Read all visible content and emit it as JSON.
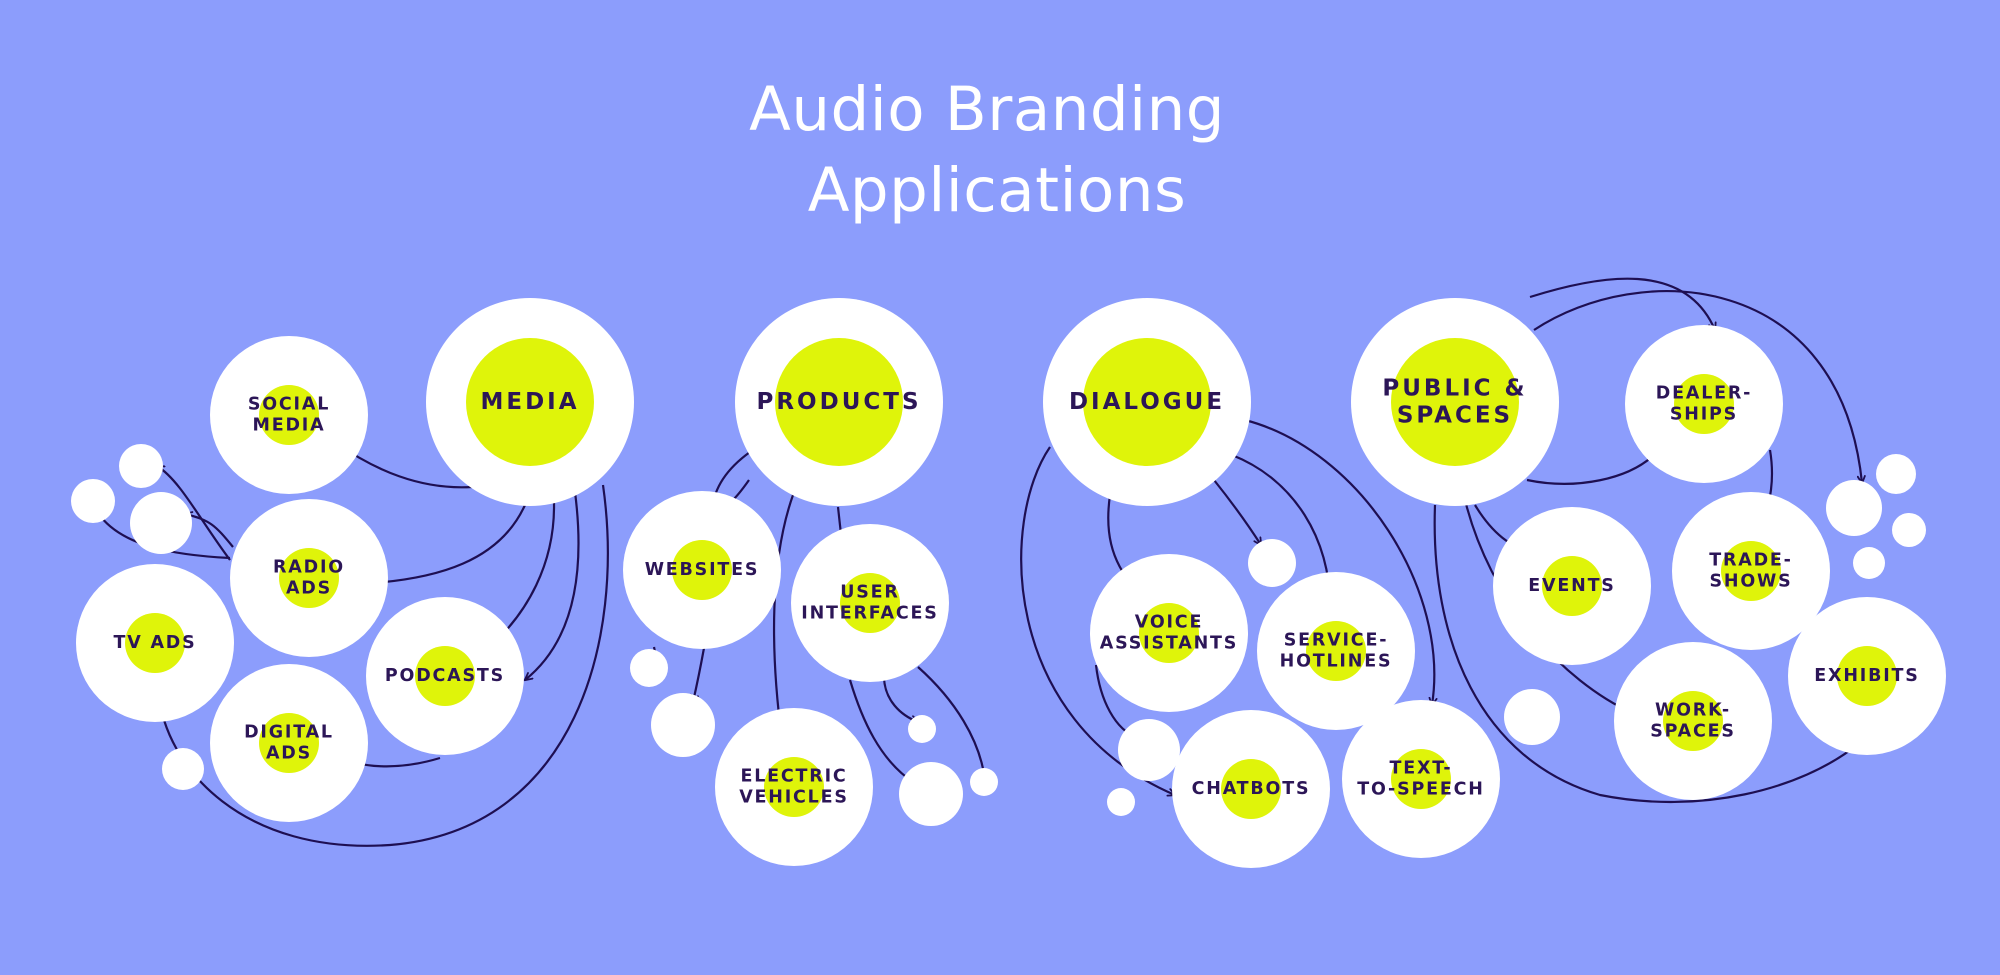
{
  "title_lines": [
    "Audio Branding",
    "Applications"
  ],
  "colors": {
    "background": "#8c9dfc",
    "circle": "#ffffff",
    "accent": "#dff40a",
    "label": "#2c1657",
    "arrow": "#1e0f52",
    "title": "#ffffff"
  },
  "hubs": [
    {
      "id": "media",
      "lines": [
        "MEDIA"
      ]
    },
    {
      "id": "products",
      "lines": [
        "PRODUCTS"
      ]
    },
    {
      "id": "dialogue",
      "lines": [
        "DIALOGUE"
      ]
    },
    {
      "id": "public",
      "lines": [
        "PUBLIC &",
        "SPACES"
      ]
    }
  ],
  "nodes": [
    {
      "id": "social-media",
      "hub": "media",
      "lines": [
        "SOCIAL",
        "MEDIA"
      ]
    },
    {
      "id": "radio-ads",
      "hub": "media",
      "lines": [
        "RADIO",
        "ADS"
      ]
    },
    {
      "id": "tv-ads",
      "hub": "media",
      "lines": [
        "TV ADS"
      ]
    },
    {
      "id": "digital-ads",
      "hub": "media",
      "lines": [
        "DIGITAL",
        "ADS"
      ]
    },
    {
      "id": "podcasts",
      "hub": "media",
      "lines": [
        "PODCASTS"
      ]
    },
    {
      "id": "websites",
      "hub": "products",
      "lines": [
        "WEBSITES"
      ]
    },
    {
      "id": "user-interfaces",
      "hub": "products",
      "lines": [
        "USER",
        "INTERFACES"
      ]
    },
    {
      "id": "electric-vehicles",
      "hub": "products",
      "lines": [
        "ELECTRIC",
        "VEHICLES"
      ]
    },
    {
      "id": "voice-assistants",
      "hub": "dialogue",
      "lines": [
        "VOICE",
        "ASSISTANTS"
      ]
    },
    {
      "id": "service-hotlines",
      "hub": "dialogue",
      "lines": [
        "SERVICE-",
        "HOTLINES"
      ]
    },
    {
      "id": "chatbots",
      "hub": "dialogue",
      "lines": [
        "CHATBOTS"
      ]
    },
    {
      "id": "text-to-speech",
      "hub": "dialogue",
      "lines": [
        "TEXT-",
        "TO-SPEECH"
      ]
    },
    {
      "id": "dealerships",
      "hub": "public",
      "lines": [
        "DEALER-",
        "SHIPS"
      ]
    },
    {
      "id": "events",
      "hub": "public",
      "lines": [
        "EVENTS"
      ]
    },
    {
      "id": "trade-shows",
      "hub": "public",
      "lines": [
        "TRADE-",
        "SHOWS"
      ]
    },
    {
      "id": "workspaces",
      "hub": "public",
      "lines": [
        "WORK-",
        "SPACES"
      ]
    },
    {
      "id": "exhibits",
      "hub": "public",
      "lines": [
        "EXHIBITS"
      ]
    }
  ]
}
